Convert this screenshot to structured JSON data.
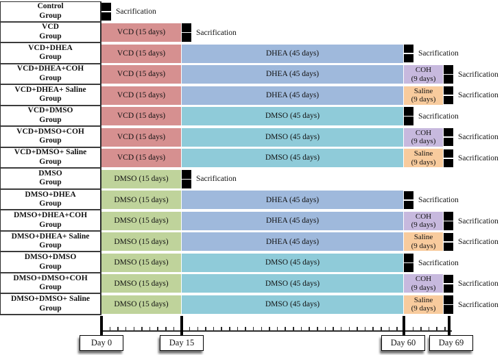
{
  "diagram": {
    "sacrifice_label": "Sacrification",
    "colors": {
      "vcd": "#d69090",
      "dhea": "#9fb9dc",
      "dmso45": "#8fcbd9",
      "dmso15": "#bfd39b",
      "coh": "#c7b9de",
      "saline": "#f8cb9d",
      "marker": "#000000"
    },
    "groups": [
      {
        "line1": "Control",
        "line2": "Group",
        "bars": [],
        "sacrifice_day": 0
      },
      {
        "line1": "VCD",
        "line2": "Group",
        "bars": [
          {
            "label": "VCD (15 days)",
            "start": 0,
            "end": 15,
            "color": "vcd"
          }
        ],
        "sacrifice_day": 15
      },
      {
        "line1": "VCD+DHEA",
        "line2": "Group",
        "bars": [
          {
            "label": "VCD (15 days)",
            "start": 0,
            "end": 15,
            "color": "vcd"
          },
          {
            "label": "DHEA (45 days)",
            "start": 15,
            "end": 60,
            "color": "dhea"
          }
        ],
        "sacrifice_day": 60
      },
      {
        "line1": "VCD+DHEA+COH",
        "line2": "Group",
        "bars": [
          {
            "label": "VCD (15 days)",
            "start": 0,
            "end": 15,
            "color": "vcd"
          },
          {
            "label": "DHEA (45 days)",
            "start": 15,
            "end": 60,
            "color": "dhea"
          },
          {
            "label": "COH",
            "label2": "(9 days)",
            "start": 60,
            "end": 69,
            "color": "coh"
          }
        ],
        "sacrifice_day": 69
      },
      {
        "line1": "VCD+DHEA+ Saline",
        "line2": "Group",
        "bars": [
          {
            "label": "VCD (15 days)",
            "start": 0,
            "end": 15,
            "color": "vcd"
          },
          {
            "label": "DHEA (45 days)",
            "start": 15,
            "end": 60,
            "color": "dhea"
          },
          {
            "label": "Saline",
            "label2": "(9 days)",
            "start": 60,
            "end": 69,
            "color": "saline"
          }
        ],
        "sacrifice_day": 69
      },
      {
        "line1": "VCD+DMSO",
        "line2": "Group",
        "bars": [
          {
            "label": "VCD (15 days)",
            "start": 0,
            "end": 15,
            "color": "vcd"
          },
          {
            "label": "DMSO (45 days)",
            "start": 15,
            "end": 60,
            "color": "dmso45"
          }
        ],
        "sacrifice_day": 60
      },
      {
        "line1": "VCD+DMSO+COH",
        "line2": "Group",
        "bars": [
          {
            "label": "VCD (15 days)",
            "start": 0,
            "end": 15,
            "color": "vcd"
          },
          {
            "label": "DMSO (45 days)",
            "start": 15,
            "end": 60,
            "color": "dmso45"
          },
          {
            "label": "COH",
            "label2": "(9 days)",
            "start": 60,
            "end": 69,
            "color": "coh"
          }
        ],
        "sacrifice_day": 69
      },
      {
        "line1": "VCD+DMSO+ Saline",
        "line2": "Group",
        "bars": [
          {
            "label": "VCD (15 days)",
            "start": 0,
            "end": 15,
            "color": "vcd"
          },
          {
            "label": "DMSO (45 days)",
            "start": 15,
            "end": 60,
            "color": "dmso45"
          },
          {
            "label": "Saline",
            "label2": "(9 days)",
            "start": 60,
            "end": 69,
            "color": "saline"
          }
        ],
        "sacrifice_day": 69
      },
      {
        "line1": "DMSO",
        "line2": "Group",
        "bars": [
          {
            "label": "DMSO (15 days)",
            "start": 0,
            "end": 15,
            "color": "dmso15"
          }
        ],
        "sacrifice_day": 15
      },
      {
        "line1": "DMSO+DHEA",
        "line2": "Group",
        "bars": [
          {
            "label": "DMSO (15 days)",
            "start": 0,
            "end": 15,
            "color": "dmso15"
          },
          {
            "label": "DHEA (45 days)",
            "start": 15,
            "end": 60,
            "color": "dhea"
          }
        ],
        "sacrifice_day": 60
      },
      {
        "line1": "DMSO+DHEA+COH",
        "line2": "Group",
        "bars": [
          {
            "label": "DMSO (15 days)",
            "start": 0,
            "end": 15,
            "color": "dmso15"
          },
          {
            "label": "DHEA (45 days)",
            "start": 15,
            "end": 60,
            "color": "dhea"
          },
          {
            "label": "COH",
            "label2": "(9 days)",
            "start": 60,
            "end": 69,
            "color": "coh"
          }
        ],
        "sacrifice_day": 69
      },
      {
        "line1": "DMSO+DHEA+ Saline",
        "line2": "Group",
        "bars": [
          {
            "label": "DMSO (15 days)",
            "start": 0,
            "end": 15,
            "color": "dmso15"
          },
          {
            "label": "DHEA (45 days)",
            "start": 15,
            "end": 60,
            "color": "dhea"
          },
          {
            "label": "Saline",
            "label2": "(9 days)",
            "start": 60,
            "end": 69,
            "color": "saline"
          }
        ],
        "sacrifice_day": 69
      },
      {
        "line1": "DMSO+DMSO",
        "line2": "Group",
        "bars": [
          {
            "label": "DMSO (15 days)",
            "start": 0,
            "end": 15,
            "color": "dmso15"
          },
          {
            "label": "DMSO (45 days)",
            "start": 15,
            "end": 60,
            "color": "dmso45"
          }
        ],
        "sacrifice_day": 60
      },
      {
        "line1": "DMSO+DMSO+COH",
        "line2": "Group",
        "bars": [
          {
            "label": "DMSO (15 days)",
            "start": 0,
            "end": 15,
            "color": "dmso15"
          },
          {
            "label": "DMSO (45 days)",
            "start": 15,
            "end": 60,
            "color": "dmso45"
          },
          {
            "label": "COH",
            "label2": "(9 days)",
            "start": 60,
            "end": 69,
            "color": "coh"
          }
        ],
        "sacrifice_day": 69
      },
      {
        "line1": "DMSO+DMSO+ Saline",
        "line2": "Group",
        "bars": [
          {
            "label": "DMSO (15 days)",
            "start": 0,
            "end": 15,
            "color": "dmso15"
          },
          {
            "label": "DMSO (45 days)",
            "start": 15,
            "end": 60,
            "color": "dmso45"
          },
          {
            "label": "Saline",
            "label2": "(9 days)",
            "start": 60,
            "end": 69,
            "color": "saline"
          }
        ],
        "sacrifice_day": 69
      }
    ],
    "timeline": {
      "ticks": [
        {
          "label": "Day 0",
          "day": 0
        },
        {
          "label": "Day 15",
          "day": 15
        },
        {
          "label": "Day 60",
          "day": 60
        },
        {
          "label": "Day 69",
          "day": 69
        }
      ]
    }
  }
}
